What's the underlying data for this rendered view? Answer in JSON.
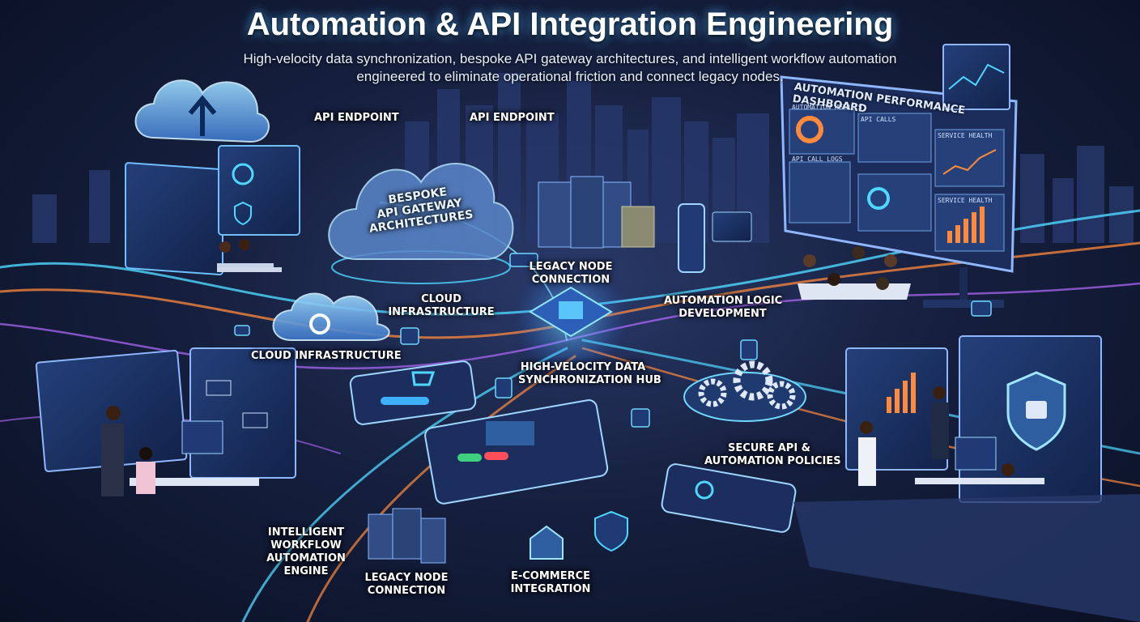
{
  "header": {
    "title": "Automation & API Integration Engineering",
    "subtitle_line1": "High-velocity data synchronization, bespoke API gateway architectures, and intelligent workflow automation",
    "subtitle_line2": "engineered to eliminate operational friction and connect legacy nodes."
  },
  "labels": {
    "api_endpoint_left": "API ENDPOINT",
    "api_endpoint_right": "API ENDPOINT",
    "gateway_line1": "BESPOKE",
    "gateway_line2": "API GATEWAY",
    "gateway_line3": "ARCHITECTURES",
    "legacy_node_top_line1": "LEGACY NODE",
    "legacy_node_top_line2": "CONNECTION",
    "cloud_infra_center_line1": "CLOUD",
    "cloud_infra_center_line2": "INFRASTRUCTURE",
    "cloud_infra_left": "CLOUD INFRASTRUCTURE",
    "automation_logic_line1": "AUTOMATION LOGIC",
    "automation_logic_line2": "DEVELOPMENT",
    "sync_hub_line1": "HIGH-VELOCITY DATA",
    "sync_hub_line2": "SYNCHRONIZATION HUB",
    "secure_api_line1": "SECURE API &",
    "secure_api_line2": "AUTOMATION POLICIES",
    "workflow_line1": "INTELLIGENT",
    "workflow_line2": "WORKFLOW",
    "workflow_line3": "AUTOMATION",
    "workflow_line4": "ENGINE",
    "legacy_node_bottom_line1": "LEGACY NODE",
    "legacy_node_bottom_line2": "CONNECTION",
    "ecommerce_line1": "E-COMMERCE",
    "ecommerce_line2": "INTEGRATION"
  },
  "dashboard": {
    "title": "AUTOMATION PERFORMANCE DASHBOARD",
    "panel_metrics": "AUTOMATION METRICS",
    "panel_calls": "API CALLS",
    "panel_health": "SERVICE HEALTH",
    "panel_logs": "API CALL LOGS",
    "panel_health2": "SERVICE HEALTH"
  },
  "colors": {
    "accent_cyan": "#4fd8ff",
    "accent_orange": "#ff8a3c",
    "accent_purple": "#b46bff",
    "background": "#16203f"
  },
  "icons": [
    "cloud-upload-icon",
    "cloud-gear-icon",
    "shopping-cart-icon",
    "shield-lock-icon",
    "gear-cluster-icon",
    "server-rack-icon",
    "warehouse-icon"
  ]
}
